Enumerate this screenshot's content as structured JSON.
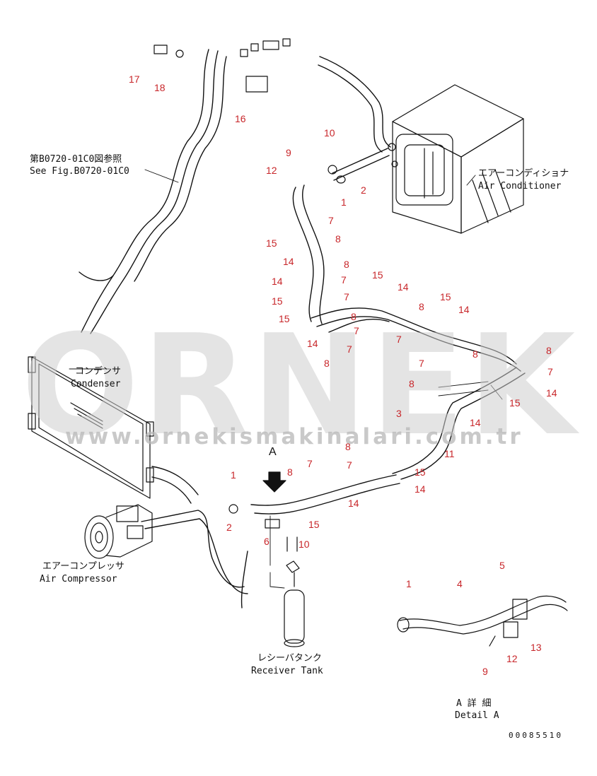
{
  "watermark": {
    "letters": "ORNEK",
    "url": "www.ornekismakinalari.com.tr"
  },
  "labels": {
    "see_fig_jp": "第B0720-01C0図参照",
    "see_fig_en": "See Fig.B0720-01C0",
    "air_conditioner_jp": "エアーコンディショナ",
    "air_conditioner_en": "Air Conditioner",
    "condenser_jp": "コンデンサ",
    "condenser_en": "Condenser",
    "air_compressor_jp": "エアーコンプレッサ",
    "air_compressor_en": "Air Compressor",
    "receiver_tank_jp": "レシーバタンク",
    "receiver_tank_en": "Receiver Tank",
    "detail_jp": "A 詳 細",
    "detail_en": "Detail A",
    "view_arrow": "A",
    "drawing_code": "00085510"
  },
  "part_numbers": [
    "17",
    "18",
    "16",
    "10",
    "9",
    "12",
    "2",
    "1",
    "7",
    "8",
    "15",
    "14",
    "8",
    "7",
    "14",
    "15",
    "7",
    "15",
    "14",
    "8",
    "8",
    "7",
    "14",
    "7",
    "15",
    "14",
    "8",
    "7",
    "8",
    "7",
    "8",
    "7",
    "14",
    "15",
    "8",
    "15",
    "3",
    "14",
    "11",
    "8",
    "7",
    "15",
    "14",
    "1",
    "8",
    "7",
    "14",
    "2",
    "6",
    "15",
    "10",
    "5",
    "1",
    "4",
    "13",
    "12",
    "9"
  ],
  "colors": {
    "numbers": "#c8262a",
    "lines": "#111111",
    "watermark": "#cfcfcf"
  }
}
